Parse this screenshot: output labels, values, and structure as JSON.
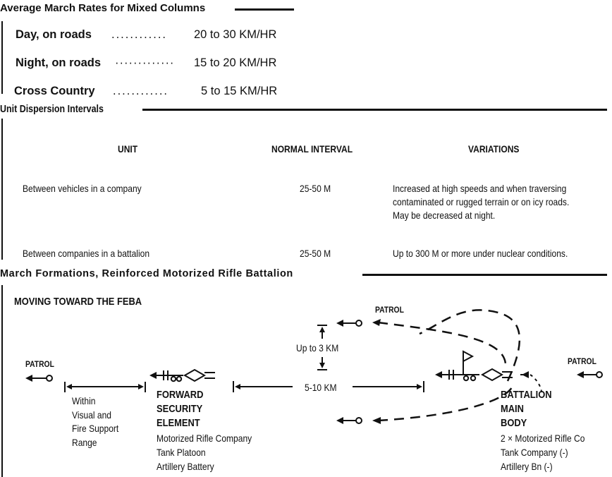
{
  "march_rates": {
    "title": "Average March Rates for Mixed Columns",
    "rows": [
      {
        "label": "Day, on roads",
        "leader": "............",
        "value": "20 to 30 KM/HR"
      },
      {
        "label": "Night, on roads",
        "leader": "·············",
        "value": "15 to 20 KM/HR"
      },
      {
        "label": "Cross Country",
        "leader": "............",
        "value": "5 to 15 KM/HR"
      }
    ]
  },
  "dispersion": {
    "title": "Unit Dispersion Intervals",
    "headers": [
      "UNIT",
      "NORMAL INTERVAL",
      "VARIATIONS"
    ],
    "rows": [
      {
        "unit": "Between vehicles in a company",
        "interval": "25-50 M",
        "variation": [
          "Increased at high speeds and when traversing",
          "contaminated or rugged terrain or on icy roads.",
          "May be decreased at night."
        ]
      },
      {
        "unit": "Between companies in a battalion",
        "interval": "25-50 M",
        "variation": [
          "Up to 300 M or more under nuclear conditions."
        ]
      }
    ]
  },
  "formations": {
    "title": "March Formations, Reinforced Motorized Rifle Battalion",
    "subtitle": "MOVING TOWARD THE FEBA",
    "patrol_left": "PATROL",
    "patrol_top": "PATROL",
    "patrol_right": "PATROL",
    "within_lines": [
      "Within",
      "Visual and",
      "Fire Support",
      "Range"
    ],
    "up_to": "Up to 3 KM",
    "distance": "5-10 KM",
    "forward": {
      "name_lines": [
        "FORWARD",
        "SECURITY",
        "ELEMENT"
      ],
      "units": [
        "Motorized Rifle Company",
        "Tank Platoon",
        "Artillery Battery"
      ]
    },
    "main": {
      "name_lines": [
        "BATTALION",
        "MAIN",
        "BODY"
      ],
      "units": [
        "2 × Motorized Rifle Co",
        "Tank Company (-)",
        "Artillery Bn (-)"
      ]
    }
  }
}
